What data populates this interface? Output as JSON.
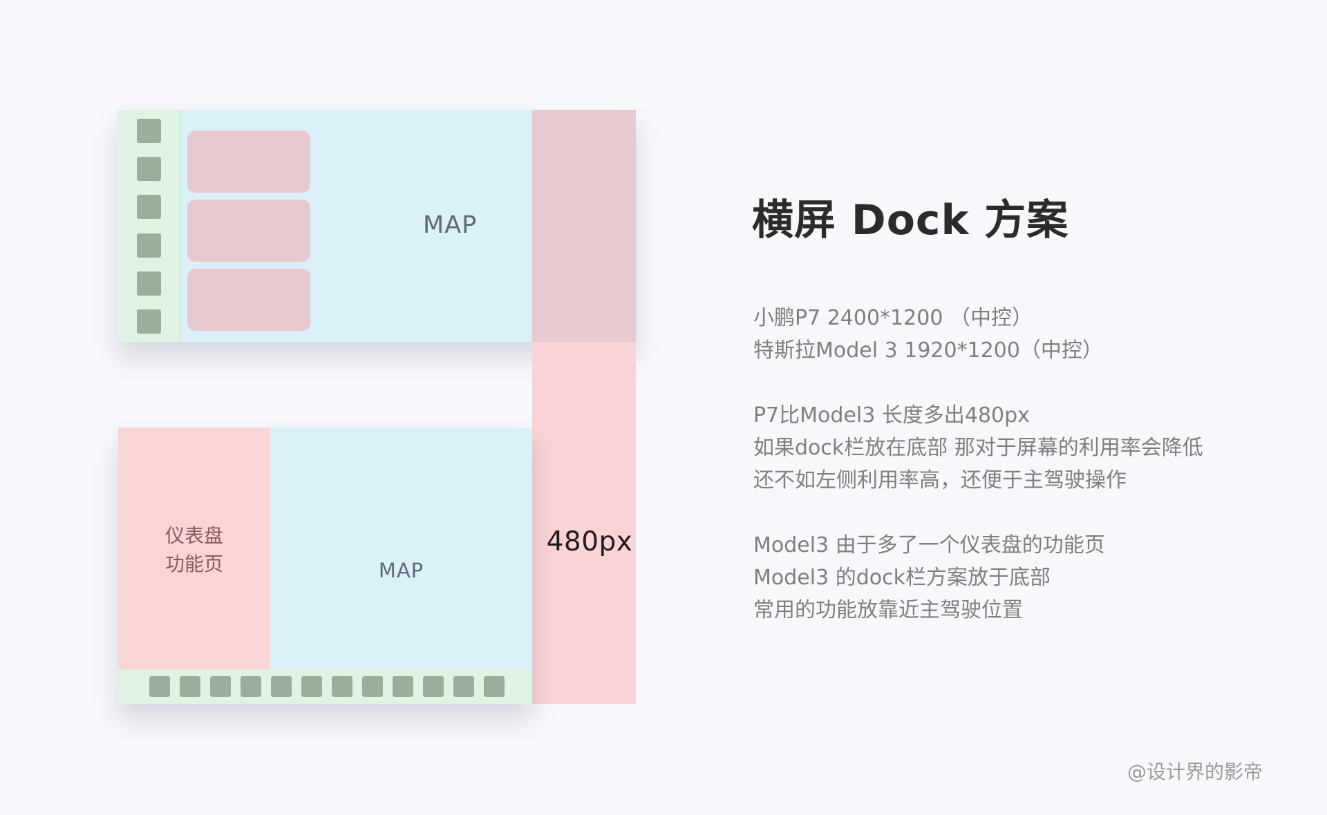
{
  "diagram": {
    "top_screen": {
      "map_label": "MAP",
      "dock_item_count": 6,
      "card_count": 3
    },
    "bottom_screen": {
      "dashboard_label": "仪表盘\n功能页",
      "map_label": "MAP",
      "dock_item_count": 12
    },
    "extra_width_label": "480px"
  },
  "title": "横屏 Dock 方案",
  "paragraphs": [
    {
      "lines": [
        "小鹏P7  2400*1200    （中控）",
        "特斯拉Model 3  1920*1200（中控）"
      ]
    },
    {
      "lines": [
        "P7比Model3 长度多出480px",
        "如果dock栏放在底部 那对于屏幕的利用率会降低",
        "还不如左侧利用率高，还便于主驾驶操作"
      ]
    },
    {
      "lines": [
        "Model3 由于多了一个仪表盘的功能页",
        "Model3 的dock栏方案放于底部",
        "常用的功能放靠近主驾驶位置"
      ]
    }
  ],
  "watermark": "@设计界的影帝",
  "colors": {
    "background": "#f7f8fc",
    "dock": "#def3e3",
    "dock_item": "#9aaf9b",
    "map": "#dcf0fa",
    "card": "#e8c8cf",
    "dashboard": "#fbd4d6",
    "extra_area": "#f9d3d5"
  }
}
